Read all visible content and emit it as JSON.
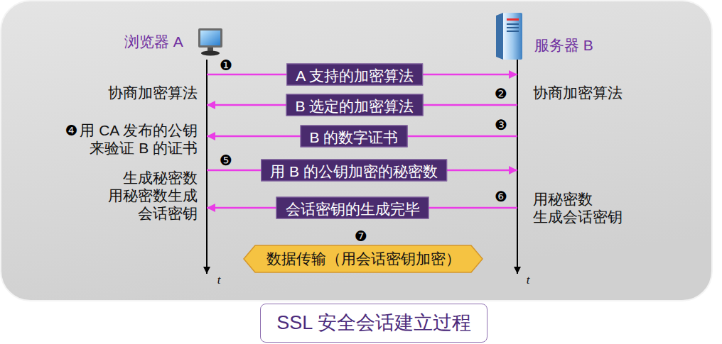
{
  "diagram": {
    "caption": "SSL 安全会话建立过程",
    "nodes": [
      {
        "text": [
          "浏览器 A"
        ]
      },
      {
        "text": [
          "服务器 B"
        ]
      },
      {
        "text": [
          "数据传输（用会话密钥加密）"
        ]
      }
    ],
    "edges": [
      {
        "from": 0,
        "to": 1,
        "arrow": "to",
        "label": "A 支持的加密算法"
      },
      {
        "from": 1,
        "to": 0,
        "arrow": "to",
        "label": "B 选定的加密算法"
      },
      {
        "from": 1,
        "to": 0,
        "arrow": "to",
        "label": "B 的数字证书"
      },
      {
        "from": 0,
        "to": 1,
        "arrow": "to",
        "label": "用 B 的公钥加密的秘密数"
      },
      {
        "from": 1,
        "to": 0,
        "arrow": "to",
        "label": "会话密钥的生成完毕"
      }
    ],
    "labels": [
      "❶",
      "协商加密算法",
      "❷",
      "协商加密算法",
      "❸",
      "❹",
      "用 CA 发布的公钥 来验证 B 的证书",
      "❺",
      "生成秘密数 用秘密数生成 会话密钥",
      "❻",
      "用秘密数 生成会话密钥",
      "❼",
      "t",
      "t"
    ]
  }
}
